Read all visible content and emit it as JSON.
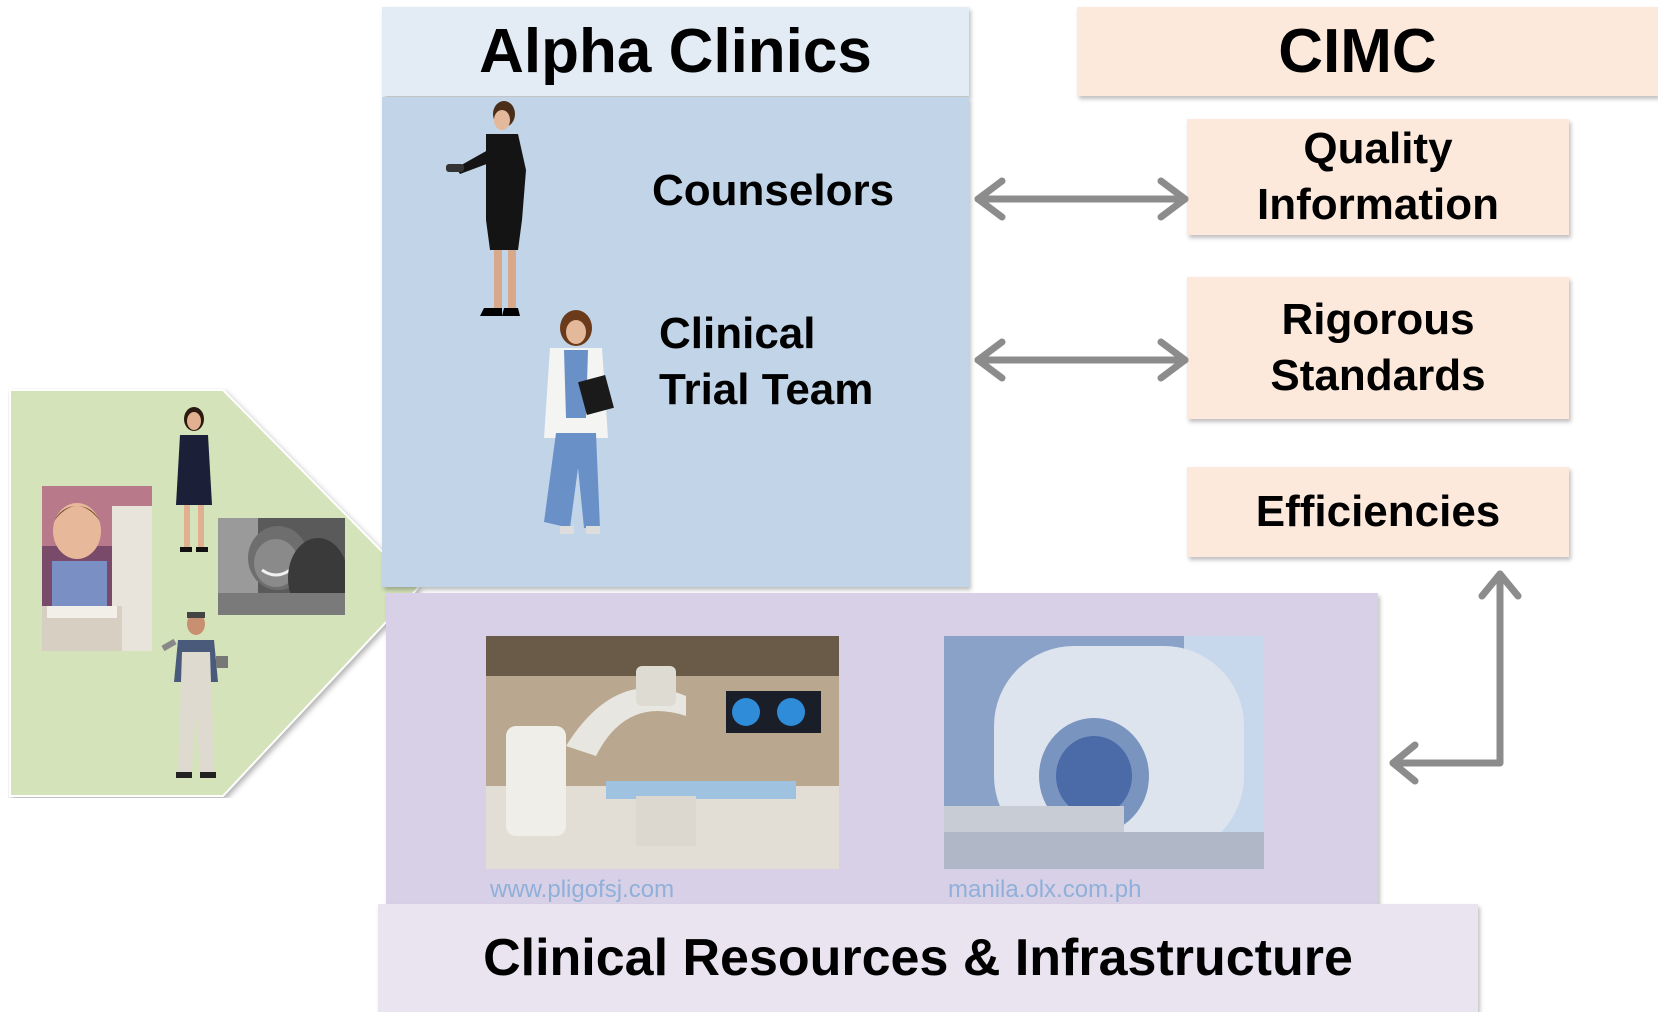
{
  "alpha_clinics": {
    "title": "Alpha Clinics",
    "counselors": "Counselors",
    "clinical_trial_team_line1": "Clinical",
    "clinical_trial_team_line2": "Trial Team"
  },
  "cimc": {
    "title": "CIMC",
    "quality_line1": "Quality",
    "quality_line2": "Information",
    "rigorous_line1": "Rigorous",
    "rigorous_line2": "Standards",
    "efficiencies": "Efficiencies"
  },
  "resources": {
    "title": "Clinical Resources & Infrastructure",
    "source_1": "www.pligofsj.com",
    "source_2": "manila.olx.com.ph"
  },
  "colors": {
    "alpha_header": "#e3ebf5",
    "alpha_body": "#c2d5e8",
    "cimc_box": "#fce9dc",
    "resource_area": "#d8d0e6",
    "footer": "#e9e4f0",
    "pentagon": "#d4e3b9",
    "arrow": "#8c8c8c"
  }
}
